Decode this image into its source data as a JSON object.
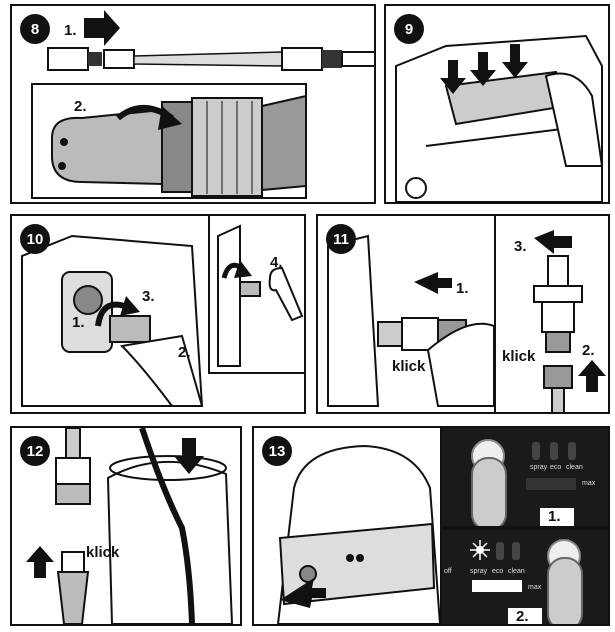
{
  "steps": {
    "s8": {
      "number": "8",
      "label_1": "1.",
      "label_2": "2."
    },
    "s9": {
      "number": "9"
    },
    "s10": {
      "number": "10",
      "label_1": "1.",
      "label_2": "2.",
      "label_3": "3.",
      "label_4": "4."
    },
    "s11": {
      "number": "11",
      "label_1": "1.",
      "label_2": "2.",
      "label_3": "3.",
      "klick_a": "klick",
      "klick_b": "klick"
    },
    "s12": {
      "number": "12",
      "klick": "klick"
    },
    "s13": {
      "number": "13",
      "label_1": "1.",
      "label_2": "2.",
      "modes": [
        "spray",
        "eco",
        "clean"
      ],
      "max": "max",
      "off": "off"
    }
  }
}
